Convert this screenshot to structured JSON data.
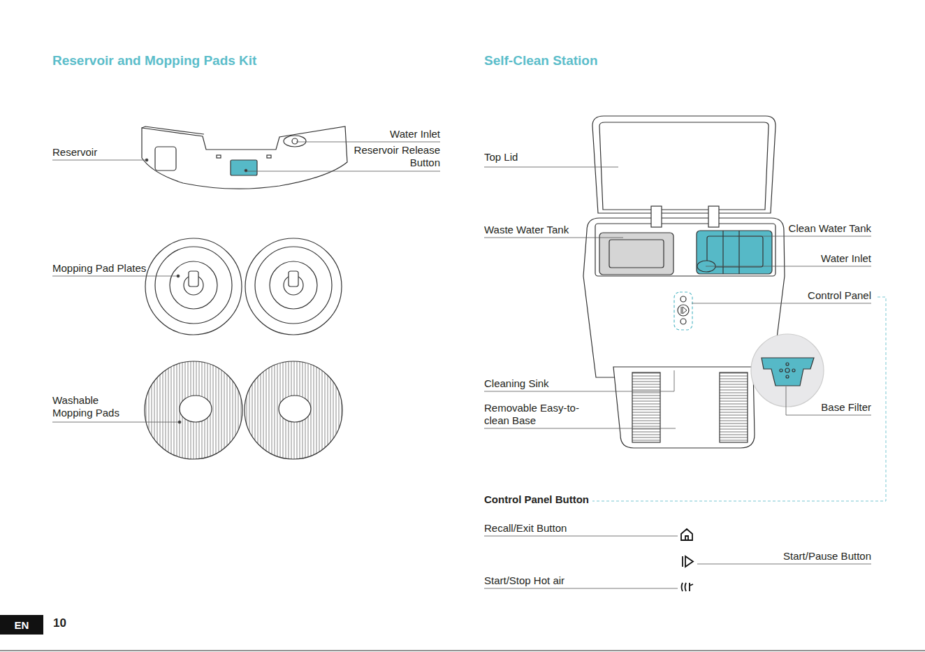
{
  "diagram": {
    "nodes": [
      {
        "text": [
          "EN"
        ]
      }
    ],
    "edges": [],
    "labels": [
      "Reservoir and Mopping Pads Kit",
      "Reservoir",
      "Water Inlet",
      "Reservoir Release Button",
      "Mopping Pad Plates",
      "Washable Mopping Pads",
      "Self-Clean Station",
      "Top Lid",
      "Waste Water Tank",
      "Clean Water Tank",
      "Water Inlet",
      "Control Panel",
      "Cleaning Sink",
      "Removable Easy-to-clean Base",
      "Base Filter",
      "Control Panel Button",
      "Recall/Exit Button",
      "Start/Pause Button",
      "Start/Stop Hot air",
      "10"
    ]
  }
}
